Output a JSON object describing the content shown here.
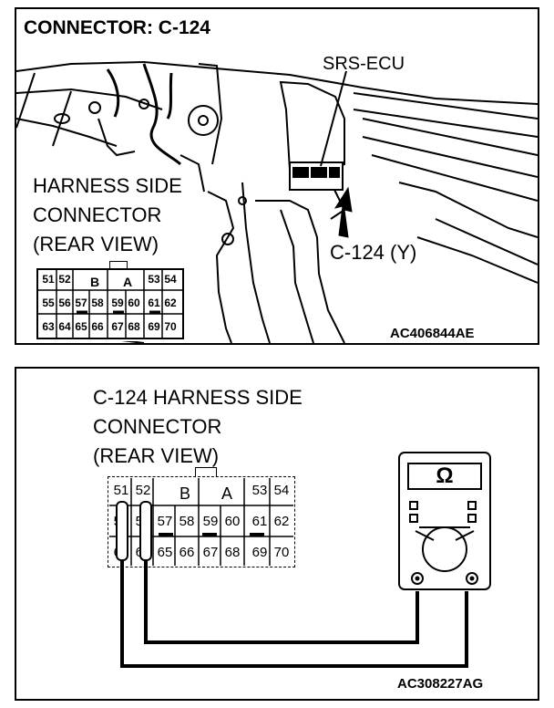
{
  "top_panel": {
    "title": "CONNECTOR: C-124",
    "ecu_label": "SRS-ECU",
    "harness_lines": [
      "HARNESS SIDE",
      "CONNECTOR",
      "(REAR VIEW)"
    ],
    "connector_label": "C-124 (Y)",
    "figure_code": "AC406844AE",
    "connector": {
      "row1": [
        "51",
        "52",
        "B",
        "A",
        "53",
        "54"
      ],
      "row2": [
        "55",
        "56",
        "57",
        "58",
        "59",
        "60",
        "61",
        "62"
      ],
      "row3": [
        "63",
        "64",
        "65",
        "66",
        "67",
        "68",
        "69",
        "70"
      ]
    }
  },
  "bottom_panel": {
    "harness_lines": [
      "C-124 HARNESS SIDE",
      "CONNECTOR",
      "(REAR VIEW)"
    ],
    "meter_symbol": "Ω",
    "figure_code": "AC308227AG",
    "connector": {
      "row1": [
        "51",
        "52",
        "B",
        "A",
        "53",
        "54"
      ],
      "row2": [
        "55",
        "56",
        "57",
        "58",
        "59",
        "60",
        "61",
        "62"
      ],
      "row3": [
        "63",
        "64",
        "65",
        "66",
        "67",
        "68",
        "69",
        "70"
      ]
    }
  }
}
